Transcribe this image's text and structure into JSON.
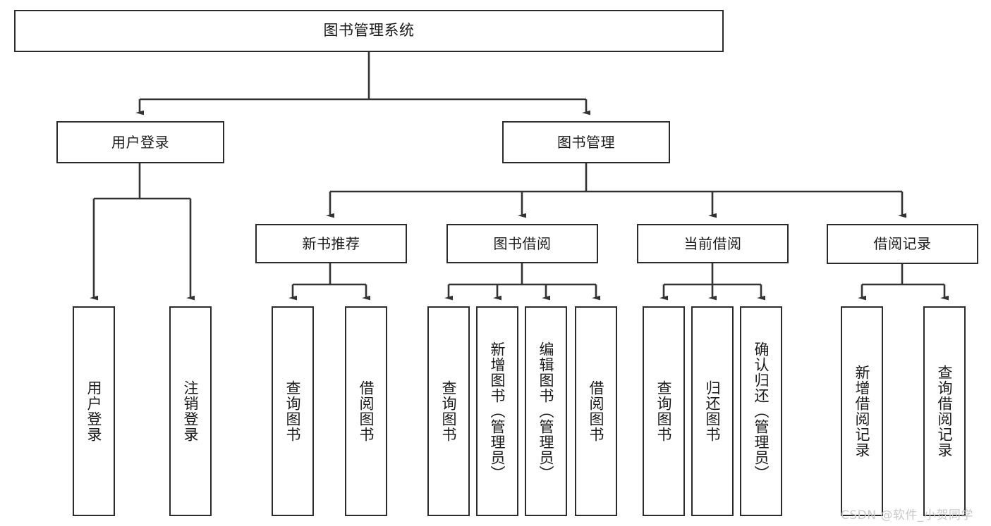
{
  "diagram": {
    "title": "图书管理系统",
    "type": "tree",
    "watermark": "CSDN @软件_小贺同学",
    "colors": {
      "box_border": "#2b2b2b",
      "box_fill": "#ffffff",
      "connector": "#333333",
      "text": "#1a1a1a",
      "watermark": "#c9c9c9"
    },
    "nodes": {
      "root": {
        "label": "图书管理系统"
      },
      "level2": [
        {
          "id": "user-login",
          "label": "用户登录"
        },
        {
          "id": "book-management",
          "label": "图书管理"
        }
      ],
      "level3": [
        {
          "id": "new-book-recommend",
          "label": "新书推荐"
        },
        {
          "id": "book-borrow",
          "label": "图书借阅"
        },
        {
          "id": "current-borrow",
          "label": "当前借阅"
        },
        {
          "id": "borrow-record",
          "label": "借阅记录"
        }
      ],
      "leaves": {
        "user_login": [
          {
            "id": "leaf-user-login",
            "label": "用户登录"
          },
          {
            "id": "leaf-logout-login",
            "label": "注销登录"
          }
        ],
        "new_book_recommend": [
          {
            "id": "leaf-query-book-1",
            "label": "查询图书"
          },
          {
            "id": "leaf-borrow-book-1",
            "label": "借阅图书"
          }
        ],
        "book_borrow": [
          {
            "id": "leaf-query-book-2",
            "label": "查询图书"
          },
          {
            "id": "leaf-add-book-admin",
            "label": "新增图书（管理员）"
          },
          {
            "id": "leaf-edit-book-admin",
            "label": "编辑图书（管理员）"
          },
          {
            "id": "leaf-borrow-book-2",
            "label": "借阅图书"
          }
        ],
        "current_borrow": [
          {
            "id": "leaf-query-book-3",
            "label": "查询图书"
          },
          {
            "id": "leaf-return-book",
            "label": "归还图书"
          },
          {
            "id": "leaf-confirm-return-admin",
            "label": "确认归还（管理员）"
          }
        ],
        "borrow_record": [
          {
            "id": "leaf-add-borrow-record",
            "label": "新增借阅记录"
          },
          {
            "id": "leaf-query-borrow-record",
            "label": "查询借阅记录"
          }
        ]
      }
    }
  }
}
